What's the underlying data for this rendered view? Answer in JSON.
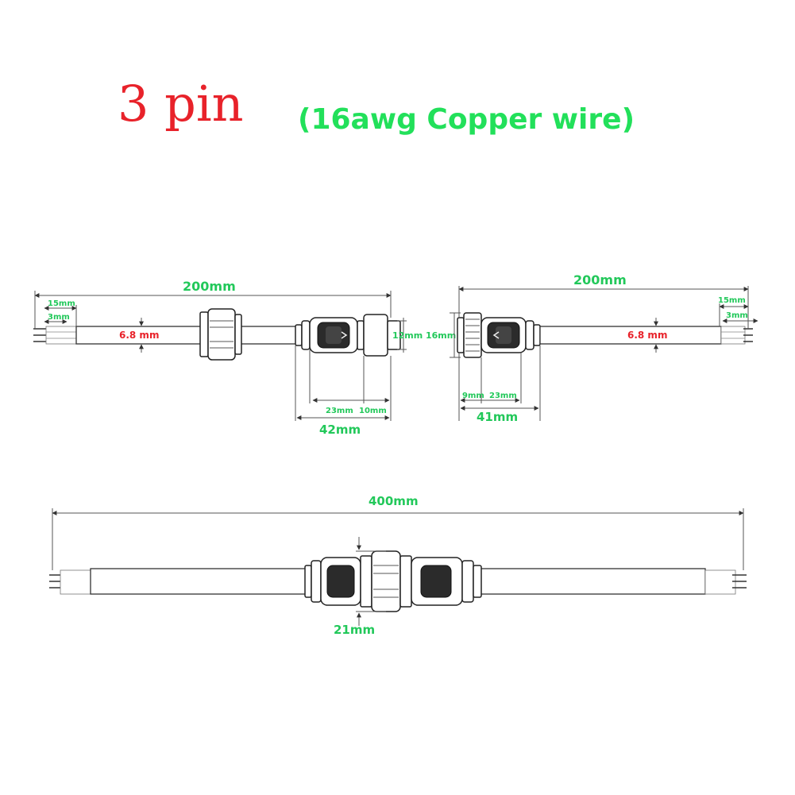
{
  "title": {
    "main": "3 pin",
    "sub": "(16awg Copper wire)"
  },
  "colors": {
    "title_red": "#e8222a",
    "dimension_green": "#22c85a",
    "dimension_red": "#e8222a",
    "line": "#555555"
  },
  "left_part": {
    "total_length": "200mm",
    "strip_length": "15mm",
    "pin_length": "3mm",
    "wire_diameter": "6.8 mm",
    "diameter_small": "12mm",
    "diameter_large": "16mm",
    "body_a": "23mm",
    "body_b": "10mm",
    "overall": "42mm"
  },
  "right_part": {
    "total_length": "200mm",
    "strip_length": "15mm",
    "pin_length": "3mm",
    "wire_diameter": "6.8 mm",
    "body_a": "9mm",
    "body_b": "23mm",
    "overall": "41mm"
  },
  "assembly": {
    "total_length": "400mm",
    "diameter": "21mm"
  }
}
